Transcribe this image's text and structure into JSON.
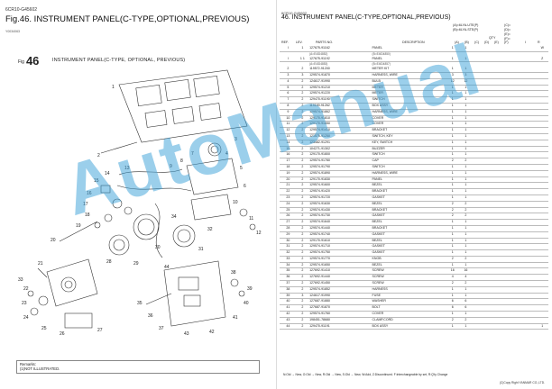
{
  "left": {
    "model": "6CR10-G45602",
    "fig_title": "Fig.46.  INSTRUMENT PANEL(C-TYPE,OPTIONAL,PREVIOUS)",
    "fig_ref": "Y0034063",
    "fig_prefix": "Fig",
    "fig_number": "46",
    "fig_caption": "INSTRUMENT PANEL(C-TYPE, OPTIONAL, PREVIOUS)",
    "callouts": [
      "1",
      "2",
      "3",
      "4",
      "5",
      "6",
      "7",
      "8",
      "9",
      "10",
      "11",
      "12",
      "13",
      "14",
      "15",
      "16",
      "17",
      "18",
      "19",
      "20",
      "21",
      "22",
      "23",
      "24",
      "25",
      "26",
      "27",
      "28",
      "29",
      "30",
      "31",
      "32",
      "33",
      "34",
      "35",
      "36",
      "37",
      "38",
      "39",
      "40",
      "41",
      "42",
      "43",
      "44"
    ],
    "remarks_title": "Remarks:",
    "remarks_text": "(1)NOT ILLUSTRATED."
  },
  "right": {
    "model": "6CR10-G45602",
    "title": "46.  INSTRUMENT PANEL(C-TYPE,OPTIONAL,PREVIOUS)",
    "variant_labels": [
      "(A)=6LYA-UTE(P)",
      "(B)=6LYA-STE(P)",
      "(C)=",
      "(D)=",
      "(E)=",
      "(F)="
    ],
    "col_headers": {
      "ref": "REF.",
      "lev": "LEV.",
      "parts_no": "PARTS NO.",
      "desc": "DESCRIPTION",
      "qty": "QTY",
      "a": "(A)",
      "b": "(B)",
      "c": "(C)",
      "d": "(D)",
      "e": "(E)",
      "f": "(F)",
      "i": "I",
      "r": "R"
    },
    "rows": [
      {
        "ref": "I",
        "lev": "1",
        "no": "127675-91162",
        "desc": "PANEL",
        "a": "1",
        "b": "1",
        "i": "",
        "r": "W"
      },
      {
        "sub": true,
        "no": "(A=E4ID4852)",
        "desc": "(B=E4ID4850)"
      },
      {
        "ref": "I",
        "lev": "1 1",
        "no": "127675-91192",
        "desc": "PANEL",
        "a": "1",
        "b": "1",
        "i": "",
        "r": "Z"
      },
      {
        "sub": true,
        "no": "(A=E4ID4853)",
        "desc": "(B=E4ID4857)"
      },
      {
        "ref": "2",
        "lev": "2",
        "no": "119572-91200",
        "desc": "METER KIT",
        "a": "1",
        "b": "1"
      },
      {
        "ref": "3",
        "lev": "3",
        "no": "129574-91870",
        "desc": "HARNESS, WIRE",
        "a": "3",
        "b": "3"
      },
      {
        "ref": "4",
        "lev": "2",
        "no": "124617-91990",
        "desc": "BULB",
        "a": "12",
        "b": "12"
      },
      {
        "ref": "5",
        "lev": "2",
        "no": "129574-91210",
        "desc": "METER",
        "a": "1",
        "b": "1"
      },
      {
        "ref": "6",
        "lev": "2",
        "no": "129574-91220",
        "desc": "METER",
        "a": "1",
        "b": "1"
      },
      {
        "ref": "7",
        "lev": "2",
        "no": "129470-91190",
        "desc": "SWITCH",
        "a": "1",
        "b": "1"
      },
      {
        "ref": "8",
        "lev": "2",
        "no": "119169-91262",
        "desc": "BOX ASSY",
        "a": "1",
        "b": "1"
      },
      {
        "ref": "9",
        "lev": "2",
        "no": "129574-91862",
        "desc": "HARNESS, WIRE",
        "a": "1",
        "b": "1"
      },
      {
        "ref": "10",
        "lev": "2",
        "no": "129170-91810",
        "desc": "COVER",
        "a": "1",
        "b": "1"
      },
      {
        "ref": "11",
        "lev": "2",
        "no": "129170-91650",
        "desc": "COVER",
        "a": "1",
        "b": "1"
      },
      {
        "ref": "12",
        "lev": "2",
        "no": "129574-91410",
        "desc": "BRACKET",
        "a": "1",
        "b": "1"
      },
      {
        "ref": "13",
        "lev": "2",
        "no": "121575-91250",
        "desc": "SWITCH, KEY",
        "a": "1",
        "b": "1"
      },
      {
        "ref": "14",
        "lev": "2",
        "no": "123482-91291",
        "desc": "KEY, SWITCH",
        "a": "1",
        "b": "1"
      },
      {
        "ref": "15",
        "lev": "2",
        "no": "104271-91302",
        "desc": "BUZZER",
        "a": "1",
        "b": "1"
      },
      {
        "ref": "16",
        "lev": "2",
        "no": "129170-91800",
        "desc": "SWITCH",
        "a": "1",
        "b": "1"
      },
      {
        "ref": "17",
        "lev": "2",
        "no": "129574-91780",
        "desc": "CAP",
        "a": "2",
        "b": "2"
      },
      {
        "ref": "18",
        "lev": "2",
        "no": "129574-91790",
        "desc": "SWITCH",
        "a": "1",
        "b": "1"
      },
      {
        "ref": "19",
        "lev": "2",
        "no": "129574-91890",
        "desc": "HARNESS, WIRE",
        "a": "1",
        "b": "1"
      },
      {
        "ref": "20",
        "lev": "2",
        "no": "129170-91830",
        "desc": "PANEL",
        "a": "1",
        "b": "1"
      },
      {
        "ref": "21",
        "lev": "2",
        "no": "129574-91600",
        "desc": "BEZEL",
        "a": "1",
        "b": "1"
      },
      {
        "ref": "22",
        "lev": "2",
        "no": "129574-91420",
        "desc": "BRACKET",
        "a": "1",
        "b": "1"
      },
      {
        "ref": "23",
        "lev": "2",
        "no": "129574-91720",
        "desc": "GASKET",
        "a": "1",
        "b": "1"
      },
      {
        "ref": "24",
        "lev": "2",
        "no": "129574-91630",
        "desc": "BEZEL",
        "a": "2",
        "b": "2"
      },
      {
        "ref": "25",
        "lev": "2",
        "no": "129574-91430",
        "desc": "BRACKET",
        "a": "2",
        "b": "2"
      },
      {
        "ref": "26",
        "lev": "2",
        "no": "129574-91730",
        "desc": "GASKET",
        "a": "2",
        "b": "2"
      },
      {
        "ref": "27",
        "lev": "2",
        "no": "129574-91640",
        "desc": "BEZEL",
        "a": "1",
        "b": "1"
      },
      {
        "ref": "28",
        "lev": "2",
        "no": "129574-91440",
        "desc": "BRACKET",
        "a": "1",
        "b": "1"
      },
      {
        "ref": "29",
        "lev": "2",
        "no": "129574-91740",
        "desc": "GASKET",
        "a": "1",
        "b": "1"
      },
      {
        "ref": "30",
        "lev": "2",
        "no": "129170-91610",
        "desc": "BEZEL",
        "a": "1",
        "b": "1"
      },
      {
        "ref": "31",
        "lev": "2",
        "no": "129574-91710",
        "desc": "GASKET",
        "a": "1",
        "b": "1"
      },
      {
        "ref": "32",
        "lev": "2",
        "no": "129574-91750",
        "desc": "GASKET",
        "a": "1",
        "b": "1"
      },
      {
        "ref": "33",
        "lev": "2",
        "no": "129574-91770",
        "desc": "KNOB",
        "a": "2",
        "b": "2"
      },
      {
        "ref": "34",
        "lev": "2",
        "no": "129574-91650",
        "desc": "BEZEL",
        "a": "1",
        "b": "1"
      },
      {
        "ref": "35",
        "lev": "2",
        "no": "127692-91410",
        "desc": "SCREW",
        "a": "16",
        "b": "16"
      },
      {
        "ref": "36",
        "lev": "2",
        "no": "127692-91440",
        "desc": "SCREW",
        "a": "4",
        "b": "4"
      },
      {
        "ref": "37",
        "lev": "2",
        "no": "127692-91450",
        "desc": "SCREW",
        "a": "2",
        "b": "2"
      },
      {
        "ref": "38",
        "lev": "2",
        "no": "129574-91852",
        "desc": "HARNESS",
        "a": "1",
        "b": "1"
      },
      {
        "ref": "39",
        "lev": "3",
        "no": "124617-91990",
        "desc": "FUSE",
        "a": "1",
        "b": "1"
      },
      {
        "ref": "40",
        "lev": "2",
        "no": "127687-91880",
        "desc": "WASHER",
        "a": "6",
        "b": "6"
      },
      {
        "ref": "41",
        "lev": "2",
        "no": "127687-91870",
        "desc": "BOLT",
        "a": "6",
        "b": "6"
      },
      {
        "ref": "42",
        "lev": "2",
        "no": "129574-91760",
        "desc": "COVER",
        "a": "1",
        "b": "1"
      },
      {
        "ref": "43",
        "lev": "2",
        "no": "198451-78680",
        "desc": "CLAMP,CORD",
        "a": "2",
        "b": "2"
      },
      {
        "ref": "44",
        "lev": "2",
        "no": "129470-91191",
        "desc": "BOX ASSY",
        "a": "1",
        "b": "1",
        "i": "",
        "r": "1"
      }
    ],
    "legend": "N:Old → New, O:Old → New, R:Old → New, S:Old → New, W:Add, Z:Discontinued. F:Interchangeable by set, R:Q'ty Change",
    "copyright": "(C)Copy Right YANMAR CO.,LTD."
  },
  "watermark": "AutoManual",
  "colors": {
    "watermark": "#3aa0d8",
    "ink": "#222222",
    "rule": "#bbbbbb"
  }
}
